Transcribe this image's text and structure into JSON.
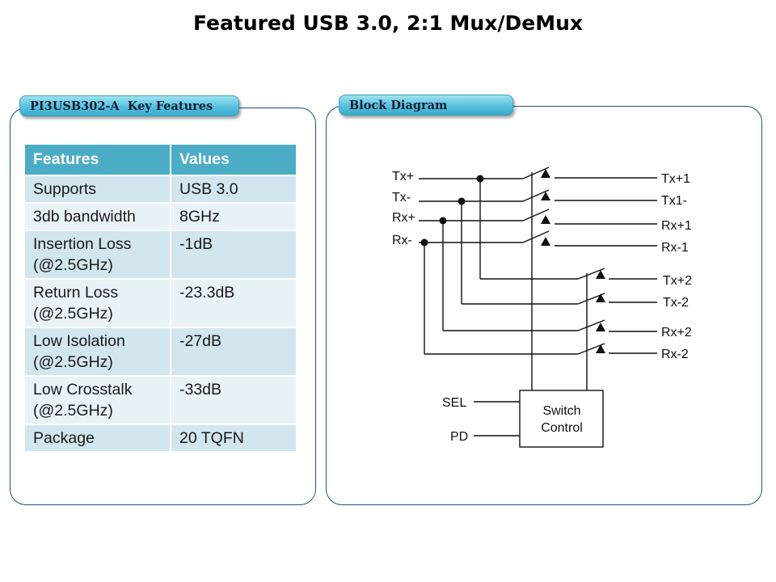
{
  "title": "Featured USB 3.0, 2:1 Mux/DeMux",
  "left_panel": {
    "tab": "PI3USB302-A  Key Features",
    "table": {
      "headers": [
        "Features",
        "Values"
      ],
      "rows": [
        {
          "feature": "Supports",
          "value": "USB 3.0"
        },
        {
          "feature": "3db bandwidth",
          "value": "8GHz"
        },
        {
          "feature": "Insertion Loss (@2.5GHz)",
          "value": "-1dB"
        },
        {
          "feature": "Return Loss (@2.5GHz)",
          "value": "-23.3dB"
        },
        {
          "feature": "Low Isolation (@2.5GHz)",
          "value": "-27dB"
        },
        {
          "feature": "Low Crosstalk (@2.5GHz)",
          "value": "-33dB"
        },
        {
          "feature": "Package",
          "value": "20 TQFN"
        }
      ]
    }
  },
  "right_panel": {
    "tab": "Block Diagram",
    "diagram": {
      "inputs": [
        "Tx+",
        "Tx-",
        "Rx+",
        "Rx-"
      ],
      "outputs_port1": [
        "Tx+1",
        "Tx1-",
        "Rx+1",
        "Rx-1"
      ],
      "outputs_port2": [
        "Tx+2",
        "Tx-2",
        "Rx+2",
        "Rx-2"
      ],
      "control_inputs": [
        "SEL",
        "PD"
      ],
      "control_block": [
        "Switch",
        "Control"
      ]
    }
  }
}
